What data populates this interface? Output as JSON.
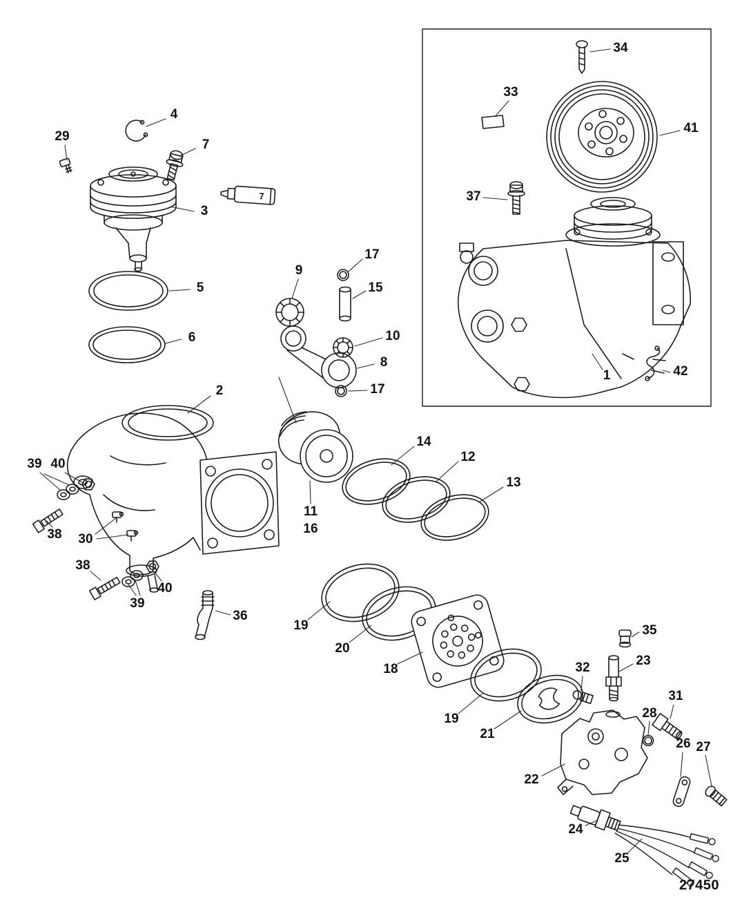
{
  "figure": {
    "drawing_number": "27450",
    "tube_marking": "7"
  },
  "callouts": [
    {
      "part": "4"
    },
    {
      "part": "29"
    },
    {
      "part": "7"
    },
    {
      "part": "3"
    },
    {
      "part": "5"
    },
    {
      "part": "6"
    },
    {
      "part": "2"
    },
    {
      "part": "39"
    },
    {
      "part": "40"
    },
    {
      "part": "38"
    },
    {
      "part": "30"
    },
    {
      "part": "38"
    },
    {
      "part": "39"
    },
    {
      "part": "40"
    },
    {
      "part": "36"
    },
    {
      "part": "9"
    },
    {
      "part": "17"
    },
    {
      "part": "15"
    },
    {
      "part": "10"
    },
    {
      "part": "8"
    },
    {
      "part": "17"
    },
    {
      "part": "11"
    },
    {
      "part": "16"
    },
    {
      "part": "14"
    },
    {
      "part": "12"
    },
    {
      "part": "13"
    },
    {
      "part": "19"
    },
    {
      "part": "20"
    },
    {
      "part": "18"
    },
    {
      "part": "19"
    },
    {
      "part": "21"
    },
    {
      "part": "34"
    },
    {
      "part": "33"
    },
    {
      "part": "41"
    },
    {
      "part": "37"
    },
    {
      "part": "1"
    },
    {
      "part": "42"
    },
    {
      "part": "35"
    },
    {
      "part": "32"
    },
    {
      "part": "23"
    },
    {
      "part": "28"
    },
    {
      "part": "31"
    },
    {
      "part": "26"
    },
    {
      "part": "27"
    },
    {
      "part": "22"
    },
    {
      "part": "24"
    },
    {
      "part": "25"
    }
  ]
}
